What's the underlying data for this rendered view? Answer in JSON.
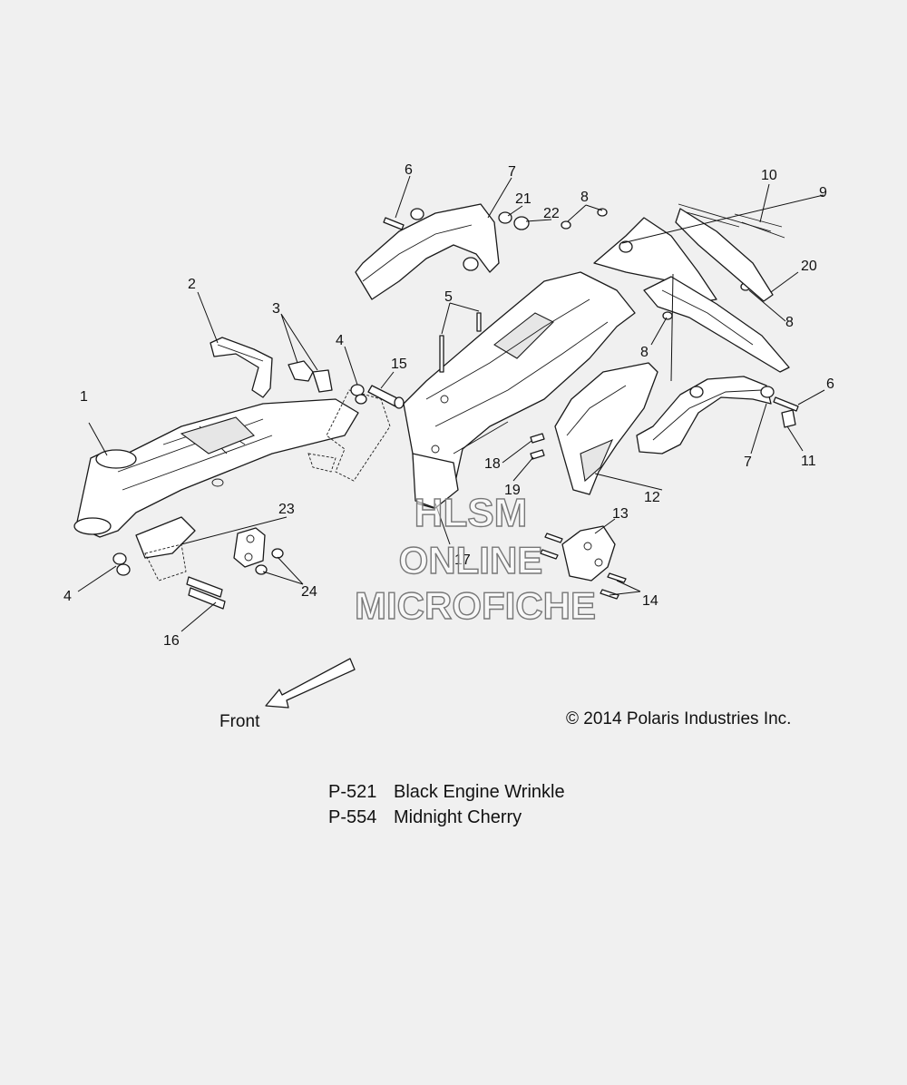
{
  "callouts": [
    "1",
    "2",
    "3",
    "4",
    "4",
    "5",
    "6",
    "6",
    "7",
    "7",
    "8",
    "8",
    "8",
    "9",
    "10",
    "11",
    "12",
    "13",
    "14",
    "15",
    "16",
    "17",
    "18",
    "19",
    "20",
    "21",
    "22",
    "23",
    "24"
  ],
  "watermark": {
    "line1": "HLSM",
    "line2": "ONLINE",
    "line3": "MICROFICHE"
  },
  "front_label": "Front",
  "copyright": "© 2014 Polaris Industries Inc.",
  "paint_codes": [
    {
      "code": "P-521",
      "name": "Black Engine Wrinkle"
    },
    {
      "code": "P-554",
      "name": "Midnight Cherry"
    }
  ]
}
